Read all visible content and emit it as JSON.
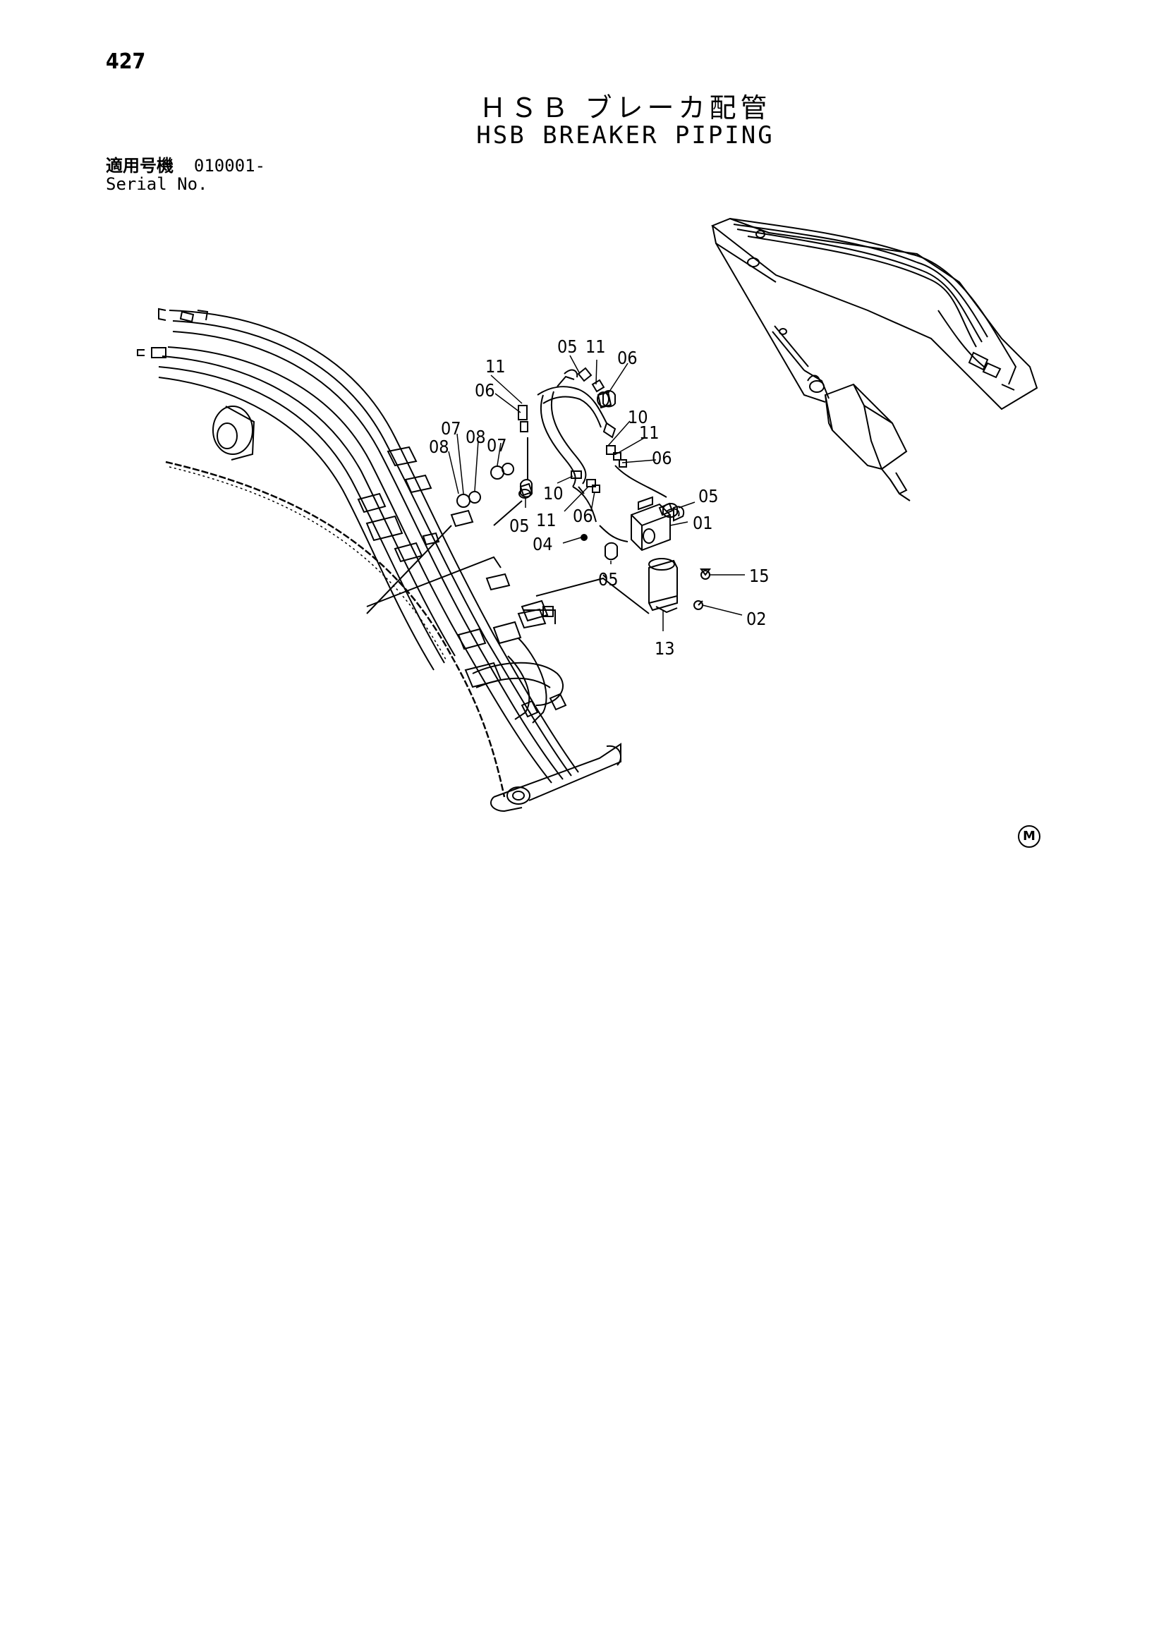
{
  "page": {
    "number": "427",
    "title_jp": "ＨＳＢ ブレーカ配管",
    "title_en": "HSB BREAKER PIPING"
  },
  "serial": {
    "label_jp": "適用号機",
    "range": "010001-",
    "label_en": "Serial No."
  },
  "callouts": [
    "11",
    "06",
    "05",
    "11",
    "06",
    "10",
    "11",
    "06",
    "07",
    "08",
    "08",
    "07",
    "10",
    "11",
    "06",
    "05",
    "05",
    "01",
    "04",
    "05",
    "15",
    "02",
    "13"
  ],
  "mark": "M"
}
